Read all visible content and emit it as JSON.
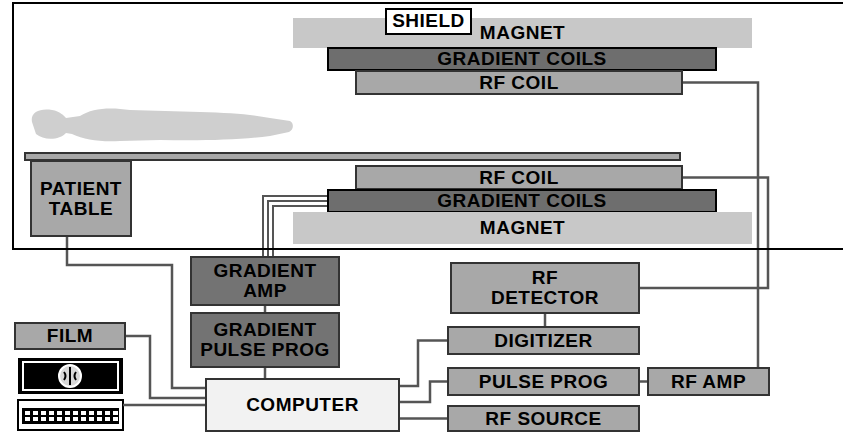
{
  "diagram": {
    "nodes": [
      {
        "text": [
          "SHIELD"
        ]
      },
      {
        "text": [
          "MAGNET"
        ],
        "in": 0
      },
      {
        "text": [
          "GRADIENT COILS"
        ],
        "in": 0
      },
      {
        "text": [
          "RF COIL"
        ],
        "in": 0
      },
      {
        "text": [
          "PATIENT TABLE"
        ],
        "in": 0
      },
      {
        "text": [
          "RF COIL"
        ],
        "in": 0
      },
      {
        "text": [
          "GRADIENT COILS"
        ],
        "in": 0
      },
      {
        "text": [
          "MAGNET"
        ],
        "in": 0
      },
      {
        "text": [
          "GRADIENT AMP"
        ]
      },
      {
        "text": [
          "GRADIENT PULSE PROG"
        ]
      },
      {
        "text": [
          "RF DETECTOR"
        ]
      },
      {
        "text": [
          "DIGITIZER"
        ]
      },
      {
        "text": [
          "FILM"
        ]
      },
      {
        "text": [
          "PULSE PROG"
        ]
      },
      {
        "text": [
          "RF AMP"
        ]
      },
      {
        "text": [
          "COMPUTER"
        ]
      },
      {
        "text": [
          "RF SOURCE"
        ]
      }
    ],
    "edges": [
      {
        "from": 3,
        "to": 14,
        "arrow": "none"
      },
      {
        "from": 5,
        "to": 10,
        "arrow": "none"
      },
      {
        "from": 6,
        "to": 8,
        "arrow": "none"
      },
      {
        "from": 9,
        "to": 8,
        "arrow": "none"
      },
      {
        "from": 15,
        "to": 9,
        "arrow": "none"
      },
      {
        "from": 10,
        "to": 11,
        "arrow": "none"
      },
      {
        "from": 11,
        "to": 15,
        "arrow": "none"
      },
      {
        "from": 13,
        "to": 15,
        "arrow": "none"
      },
      {
        "from": 16,
        "to": 15,
        "arrow": "none"
      },
      {
        "from": 13,
        "to": 14,
        "arrow": "none"
      },
      {
        "from": 12,
        "to": 15,
        "arrow": "none"
      },
      {
        "from": 4,
        "to": 15,
        "arrow": "none"
      }
    ]
  }
}
